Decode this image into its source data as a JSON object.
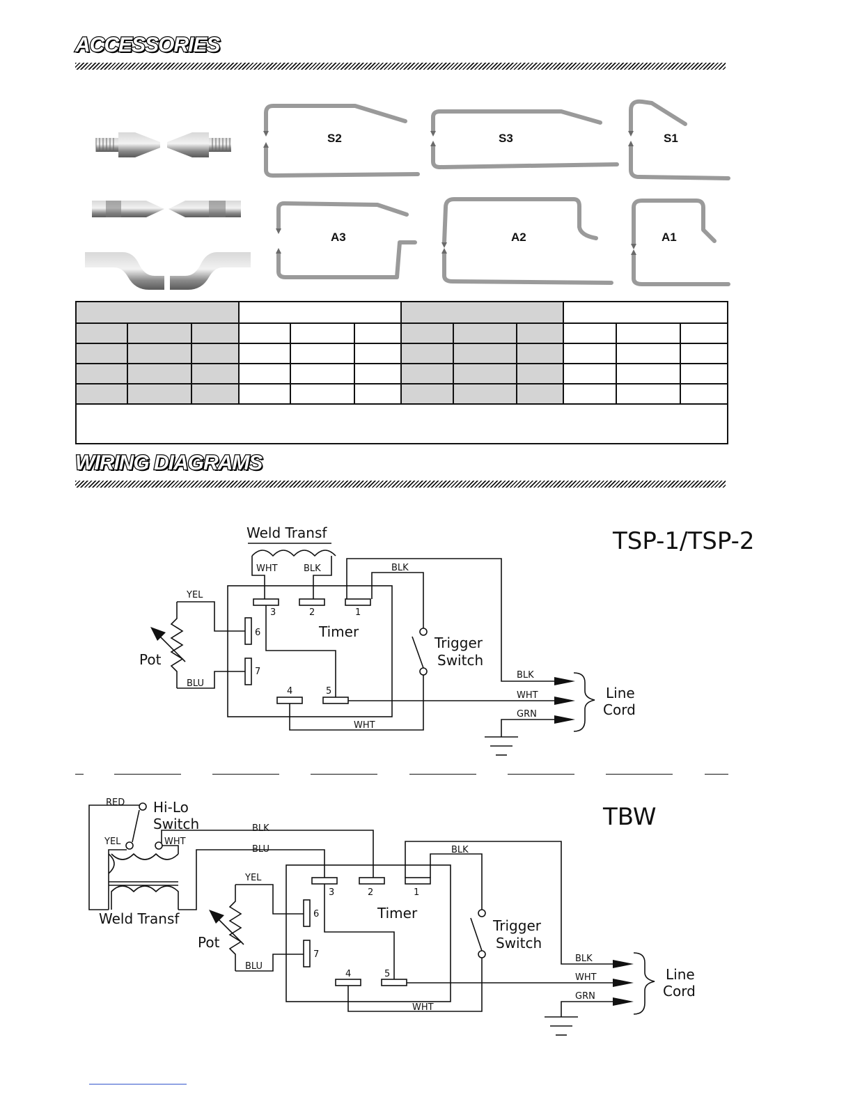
{
  "accessories": {
    "title": "ACCESSORIES",
    "rod_labels": [
      "S2",
      "S3",
      "S1",
      "A3",
      "A2",
      "A1"
    ]
  },
  "wiring": {
    "title": "WIRING DIAGRAMS",
    "diagram1": {
      "model": "TSP-1/TSP-2",
      "transformer": "Weld Transf",
      "timer": "Timer",
      "pot": "Pot",
      "trigger": [
        "Trigger",
        "Switch"
      ],
      "line_cord": [
        "Line",
        "Cord"
      ],
      "wires": {
        "yel": "YEL",
        "blu": "BLU",
        "wht": "WHT",
        "blk": "BLK",
        "grn": "GRN"
      },
      "terminals": [
        "1",
        "2",
        "3",
        "4",
        "5",
        "6",
        "7"
      ]
    },
    "diagram2": {
      "model": "TBW",
      "transformer": "Weld Transf",
      "hilo": [
        "Hi-Lo",
        "Switch"
      ],
      "timer": "Timer",
      "pot": "Pot",
      "trigger": [
        "Trigger",
        "Switch"
      ],
      "line_cord": [
        "Line",
        "Cord"
      ],
      "wires": {
        "red": "RED",
        "yel": "YEL",
        "blu": "BLU",
        "wht": "WHT",
        "blk": "BLK",
        "grn": "GRN"
      },
      "terminals": [
        "1",
        "2",
        "3",
        "4",
        "5",
        "6",
        "7"
      ]
    }
  },
  "colors": {
    "ink": "#111111",
    "table_shade": "#d4d4d4",
    "metal": "#9a9a9a",
    "link": "#3355cc"
  }
}
